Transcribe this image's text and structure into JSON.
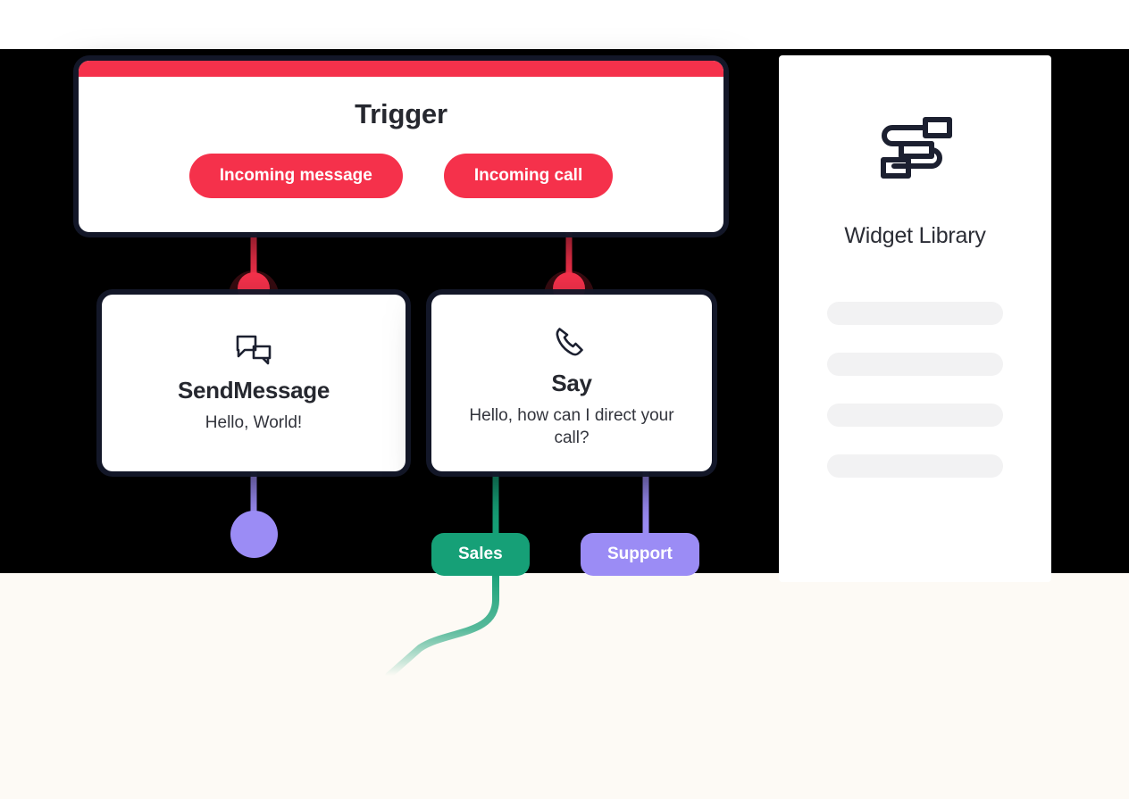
{
  "canvas": {
    "background_top": "#ffffff",
    "background_dark": "#000000",
    "background_cream": "#fdfaf5"
  },
  "trigger_card": {
    "title": "Trigger",
    "accent_color": "#f5314b",
    "pills": [
      {
        "label": "Incoming message",
        "color": "#f5314b"
      },
      {
        "label": "Incoming call",
        "color": "#f5314b"
      }
    ]
  },
  "nodes": [
    {
      "icon": "chat-bubbles-icon",
      "title": "SendMessage",
      "body": "Hello, World!"
    },
    {
      "icon": "phone-handset-icon",
      "title": "Say",
      "body": "Hello, how can I direct your call?"
    }
  ],
  "outcomes": [
    {
      "label": "Sales",
      "color": "#16a077"
    },
    {
      "label": "Support",
      "color": "#9b8cf5"
    }
  ],
  "widget_library": {
    "icon": "stacked-blocks-icon",
    "title": "Widget Library",
    "placeholder_rows": [
      "",
      "",
      "",
      ""
    ],
    "placeholder_color": "#f2f2f3"
  },
  "connector_colors": {
    "trigger": "#f5314b",
    "halo": "rgba(245,49,75,0.22)",
    "purple": "#9b8cf5",
    "green": "#16a077"
  }
}
